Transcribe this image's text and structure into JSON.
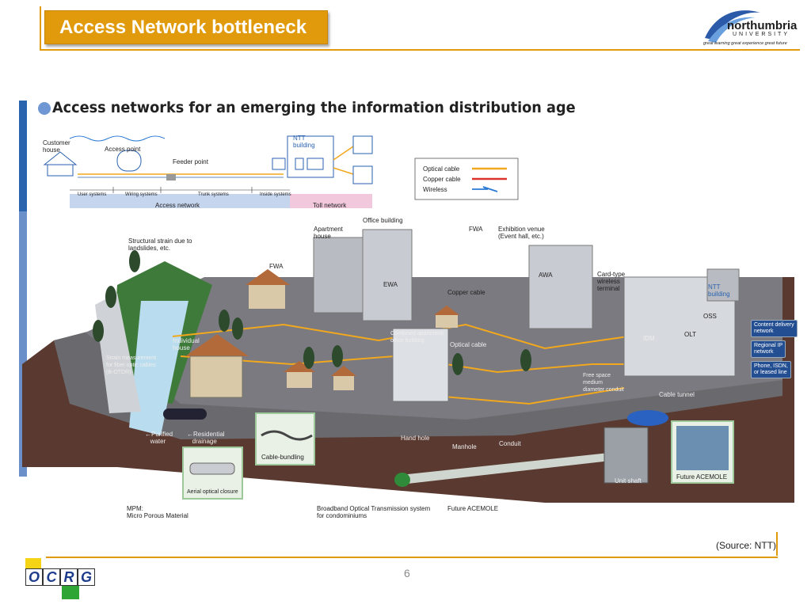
{
  "slide": {
    "title": "Access Network bottleneck",
    "heading": "Access networks for an emerging the information distribution age",
    "source": "(Source: NTT)",
    "page_number": "6"
  },
  "logo": {
    "name": "northumbria",
    "univ": "UNIVERSITY",
    "tagline": "great learning  great experience  great future"
  },
  "footer_logo": {
    "letters": [
      "O",
      "C",
      "R",
      "G"
    ]
  },
  "colors": {
    "accent": "#e09a0c",
    "bar": "#6b8fc9",
    "optical": "#f2a81d",
    "copper": "#d9332b",
    "wireless": "#2a7ad4"
  },
  "schematic": {
    "customer_house": "Customer\nhouse",
    "access_point": "Access point",
    "feeder_point": "Feeder point",
    "ntt_building": "NTT\nbuilding",
    "segments": [
      "User systems",
      "Wiring systems",
      "Trunk systems",
      "Inside systems"
    ],
    "access_network": "Access network",
    "toll_network": "Toll network"
  },
  "legend": {
    "items": [
      {
        "label": "Optical cable",
        "color": "#f2a81d"
      },
      {
        "label": "Copper cable",
        "color": "#d9332b"
      },
      {
        "label": "Wireless",
        "color": "#2a7ad4"
      }
    ]
  },
  "scene_labels": {
    "office_building": "Office building",
    "apartment_house": "Apartment\nhouse",
    "fwa_1": "FWA",
    "fwa_2": "FWA",
    "exhibition": "Exhibition venue\n(Event hall, etc.)",
    "strain": "Structural strain due to\nlandslides, etc.",
    "ewa": "EWA",
    "awa": "AWA",
    "card_type": "Card-type\nwireless\nterminal",
    "ntt_building": "NTT\nbuilding",
    "oss": "OSS",
    "idm": "IDM",
    "olt": "OLT",
    "copper_cable": "Copper cable",
    "individual_house": "Individual\nhouse",
    "strain_measurement": "Strain measurement\nfor fiber optic cables\n(B-OTDR)",
    "combined_apartment": "Combined apartment/\noffice building",
    "optical_cable": "Optical cable",
    "free_space": "Free space\nmedium\ndiameter conduit",
    "cable_tunnel": "Cable tunnel",
    "content_delivery": "Content delivery\nnetwork",
    "regional_ip": "Regional IP\nnetwork",
    "phone_isdn": "Phone, ISDN,\nor leased line",
    "purified_water": "←Purified\n   water",
    "residential_drainage": "←Residential\n   drainage",
    "cable_bundling": "Cable-bundling",
    "hand_hole": "Hand hole",
    "manhole": "Manhole",
    "conduit": "Conduit",
    "unit_shaft": "Unit shaft",
    "future_acemole_box": "Future ACEMOLE",
    "aerial_closure": "Aerial optical closure",
    "mpm": "MPM:\nMicro Porous Material",
    "broadband": "Broadband Optical Transmission system\nfor condominiums",
    "future_acemole": "Future ACEMOLE"
  }
}
